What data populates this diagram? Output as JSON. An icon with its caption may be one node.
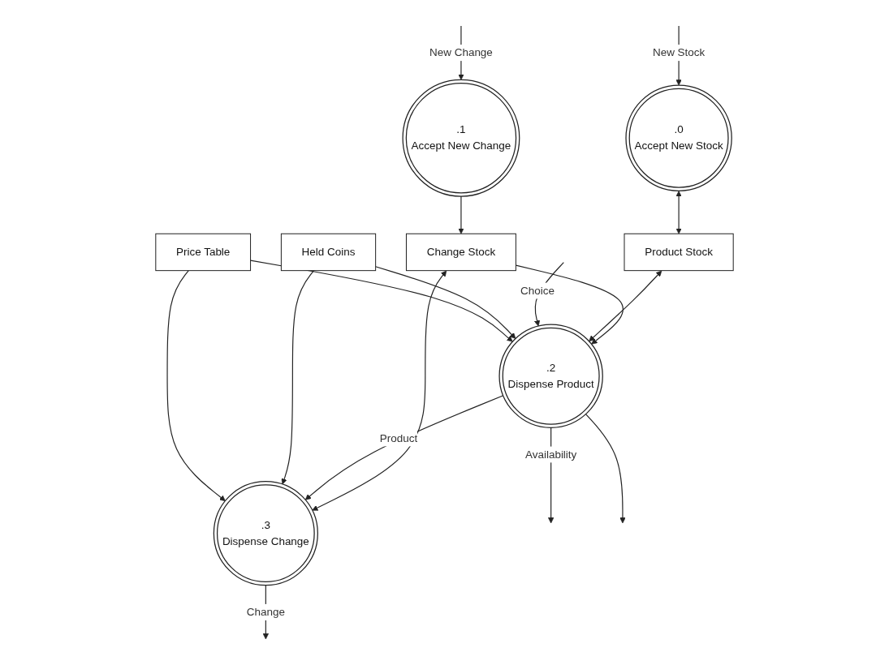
{
  "diagram": {
    "nodes": [
      {
        "text": [
          ".0",
          "Accept New Stock"
        ]
      },
      {
        "text": [
          ".1",
          "Accept New Change"
        ]
      },
      {
        "text": [
          "Product Stock"
        ]
      },
      {
        "text": [
          "Change Stock"
        ]
      },
      {
        "text": [
          ".2",
          "Dispense Product"
        ]
      },
      {
        "text": [
          ".3",
          "Dispense Change"
        ]
      },
      {
        "text": [
          "Held Coins"
        ]
      },
      {
        "text": [
          "Price Table"
        ]
      }
    ],
    "edges": [
      {
        "from": null,
        "to": 0,
        "arrow": "to",
        "label": "New Stock"
      },
      {
        "from": null,
        "to": 1,
        "arrow": "to",
        "label": "New Change"
      },
      {
        "from": 0,
        "to": 2,
        "arrow": "both"
      },
      {
        "from": 1,
        "to": 3,
        "arrow": "to"
      },
      {
        "from": 3,
        "to": 4,
        "arrow": "to"
      },
      {
        "from": 2,
        "to": 4,
        "arrow": "both"
      },
      {
        "from": 3,
        "to": 5,
        "arrow": "both"
      },
      {
        "from": null,
        "to": 4,
        "arrow": "to",
        "label": "Choice"
      },
      {
        "from": 4,
        "to": null,
        "arrow": "to",
        "label": "Availability"
      },
      {
        "from": 4,
        "to": 5,
        "arrow": "to",
        "label": "Product"
      },
      {
        "from": 4,
        "to": null,
        "arrow": "to"
      },
      {
        "from": 5,
        "to": null,
        "arrow": "to",
        "label": "Change"
      },
      {
        "from": 6,
        "to": 4,
        "arrow": "to"
      },
      {
        "from": 6,
        "to": 5,
        "arrow": "to"
      },
      {
        "from": 7,
        "to": 4,
        "arrow": "to"
      },
      {
        "from": 7,
        "to": 5,
        "arrow": "to"
      }
    ]
  }
}
